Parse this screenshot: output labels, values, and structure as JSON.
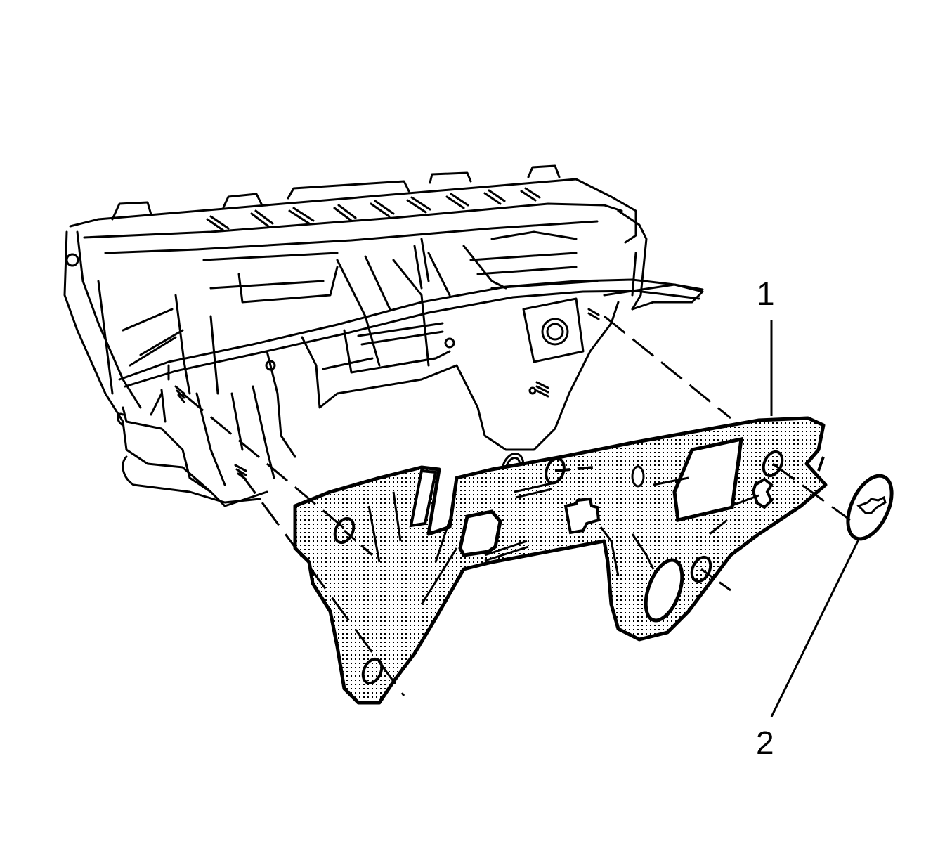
{
  "diagram": {
    "type": "exploded-view-service-illustration",
    "colors": {
      "line": "#000000",
      "background": "#ffffff",
      "pad_fill_dots": "#000000"
    },
    "callouts": [
      {
        "id": "1",
        "label": "1",
        "points_to": "dotted-insulator-panel"
      },
      {
        "id": "2",
        "label": "2",
        "points_to": "retainer-clip"
      }
    ],
    "components": [
      {
        "name": "dash-panel-body-structure",
        "style": "line-art"
      },
      {
        "name": "dotted-insulator-panel",
        "style": "dot-pattern-fill"
      },
      {
        "name": "retainer-clip",
        "style": "line-art"
      },
      {
        "name": "alignment-dashed-lines",
        "count": 5
      }
    ]
  }
}
